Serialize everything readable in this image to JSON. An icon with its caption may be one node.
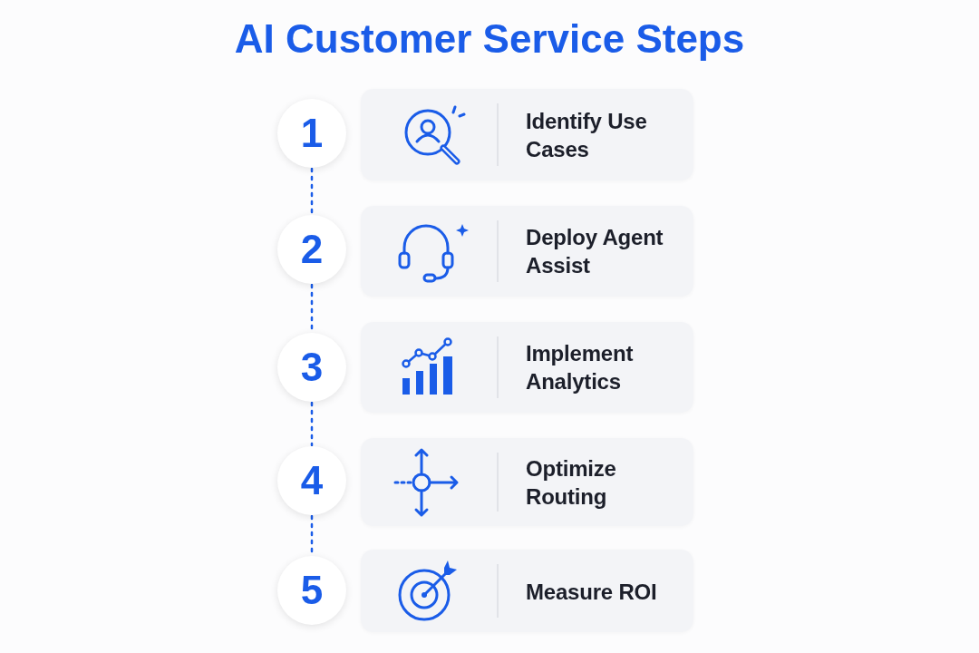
{
  "diagram": {
    "title": "AI Customer Service Steps",
    "nodes": [
      {
        "text": [
          "1"
        ]
      },
      {
        "text": [
          "Identify Use Cases"
        ]
      },
      {
        "text": [
          "2"
        ]
      },
      {
        "text": [
          "Deploy Agent Assist"
        ]
      },
      {
        "text": [
          "3"
        ]
      },
      {
        "text": [
          "Implement Analytics"
        ]
      },
      {
        "text": [
          "4"
        ]
      },
      {
        "text": [
          "Optimize Routing"
        ]
      },
      {
        "text": [
          "5"
        ]
      },
      {
        "text": [
          "Measure ROI"
        ]
      }
    ],
    "edges": [
      {
        "from": 0,
        "to": 2,
        "arrow": "none",
        "style": "dashed"
      },
      {
        "from": 2,
        "to": 4,
        "arrow": "none",
        "style": "dashed"
      },
      {
        "from": 4,
        "to": 6,
        "arrow": "none",
        "style": "dashed"
      },
      {
        "from": 6,
        "to": 8,
        "arrow": "none",
        "style": "dashed"
      }
    ]
  }
}
